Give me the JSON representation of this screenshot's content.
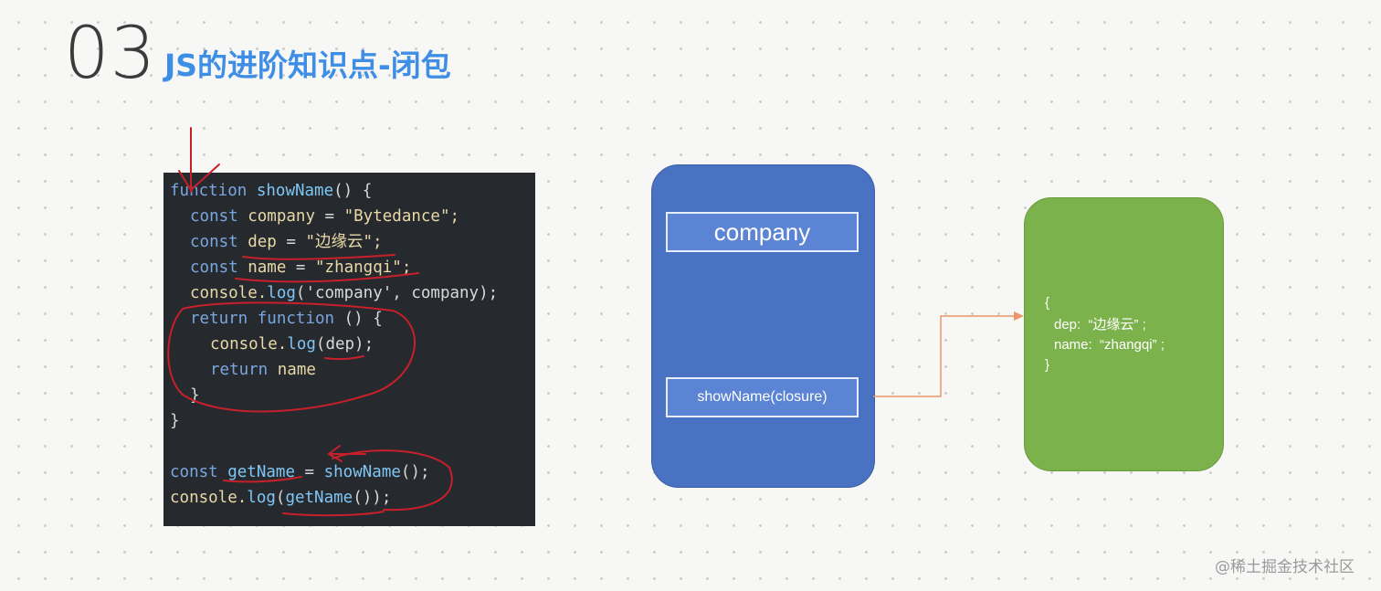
{
  "slide": {
    "number": "03",
    "title": "JS的进阶知识点-闭包"
  },
  "code": {
    "lines": [
      [
        "function",
        "showName",
        "() {"
      ],
      [
        "const",
        "company",
        " = ",
        "\"Bytedance\";"
      ],
      [
        "const",
        "dep",
        " = ",
        "\"边缘云\";"
      ],
      [
        "const",
        "name",
        " = ",
        "\"zhangqi\";"
      ],
      [
        "console.",
        "log",
        "('company', company);"
      ],
      [
        "return",
        "function",
        " () {"
      ],
      [
        "console.",
        "log",
        "(dep);"
      ],
      [
        "return",
        "name"
      ],
      [
        "}"
      ],
      [
        "}"
      ],
      [],
      [
        "const",
        "getName",
        " = ",
        "showName",
        "();"
      ],
      [
        "console.",
        "log",
        "(",
        "getName",
        "());"
      ]
    ]
  },
  "diagram": {
    "scope_box": {
      "company_label": "company",
      "closure_label": "showName(closure)"
    },
    "closure_object": {
      "open": "{",
      "line1": "dep:  “边缘云” ;",
      "line2": "name:  “zhangqi” ;",
      "close": "}"
    },
    "colors": {
      "scope_box": "#4a72c2",
      "closure_box": "#7cb24c",
      "connector": "#e8956a",
      "annotation": "#c8202a"
    }
  },
  "watermark": "@稀土掘金技术社区"
}
